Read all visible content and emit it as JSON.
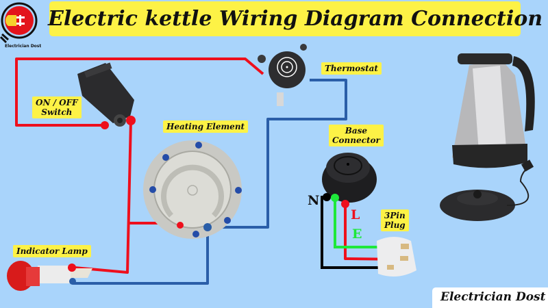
{
  "title": "Electric kettle Wiring Diagram Connection",
  "logo": {
    "text": "Electrician Dost",
    "icon": "plug-in-magnifier-icon"
  },
  "components": {
    "switch": {
      "label_line1": "ON / OFF",
      "label_line2": "Switch"
    },
    "thermostat": {
      "label": "Thermostat"
    },
    "heating_element": {
      "label": "Heating Element"
    },
    "base_connector": {
      "label_line1": "Base",
      "label_line2": "Connector"
    },
    "plug": {
      "label_line1": "3Pin",
      "label_line2": "Plug"
    },
    "indicator_lamp": {
      "label": "Indicator Lamp"
    }
  },
  "wire_labels": {
    "neutral": "N",
    "live": "L",
    "earth": "E"
  },
  "colors": {
    "background": "#a9d4fb",
    "label_bg": "#fdf246",
    "live": "#ee0f1c",
    "neutral_internal": "#2a5ea8",
    "neutral": "#000000",
    "earth": "#1ee83a"
  },
  "footer": "Electrician Dost"
}
